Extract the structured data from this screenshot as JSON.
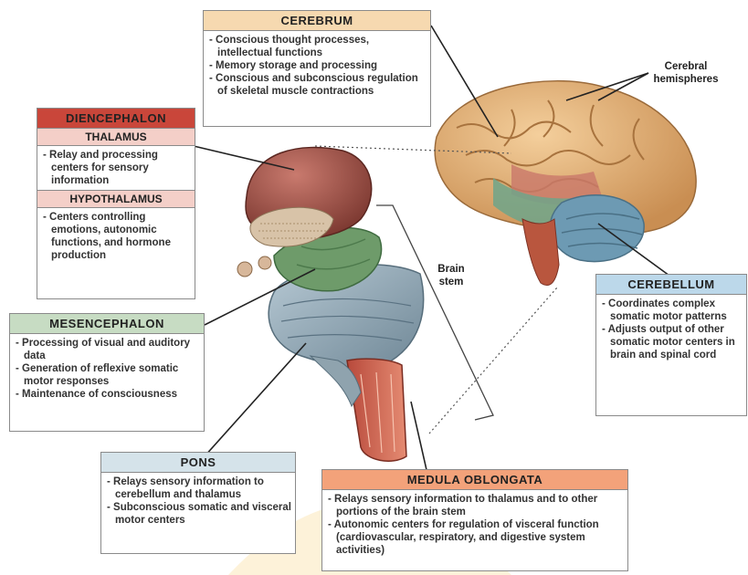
{
  "cerebrum": {
    "title": "CEREBRUM",
    "items": [
      "Conscious thought processes, intellectual functions",
      "Memory storage and processing",
      "Conscious and subconscious regulation of skeletal muscle contractions"
    ]
  },
  "diencephalon": {
    "title": "DIENCEPHALON",
    "thalamus": {
      "title": "THALAMUS",
      "items": [
        "Relay and processing centers for sensory information"
      ]
    },
    "hypothalamus": {
      "title": "HYPOTHALAMUS",
      "items": [
        "Centers controlling emotions, autonomic functions, and hormone production"
      ]
    }
  },
  "mesencephalon": {
    "title": "MESENCEPHALON",
    "items": [
      "Processing of visual and auditory data",
      "Generation of reflexive somatic motor responses",
      "Maintenance of consciousness"
    ]
  },
  "pons": {
    "title": "PONS",
    "items": [
      "Relays sensory information to cerebellum and thalamus",
      "Subconscious somatic and visceral motor centers"
    ]
  },
  "medulla": {
    "title": "MEDULA OBLONGATA",
    "items": [
      "Relays sensory information to thalamus and to other portions of the brain stem",
      "Autonomic centers for regulation of visceral function (cardiovascular, respiratory, and digestive system activities)"
    ]
  },
  "cerebellum": {
    "title": "CEREBELLUM",
    "items": [
      "Coordinates complex somatic motor patterns",
      "Adjusts output of other somatic motor centers in brain and spinal cord"
    ]
  },
  "labels": {
    "cerebral_hemispheres": "Cerebral hemispheres",
    "brain_stem": "Brain stem"
  },
  "colors": {
    "cerebrum_header": "#f6d9b0",
    "diencephalon_header": "#c9463a",
    "thalamus_header": "#f4cfc8",
    "mesencephalon_header": "#c7dcc3",
    "pons_header": "#d5e3ea",
    "medulla_header": "#f3a27a",
    "cerebellum_header": "#bcd8ea"
  }
}
